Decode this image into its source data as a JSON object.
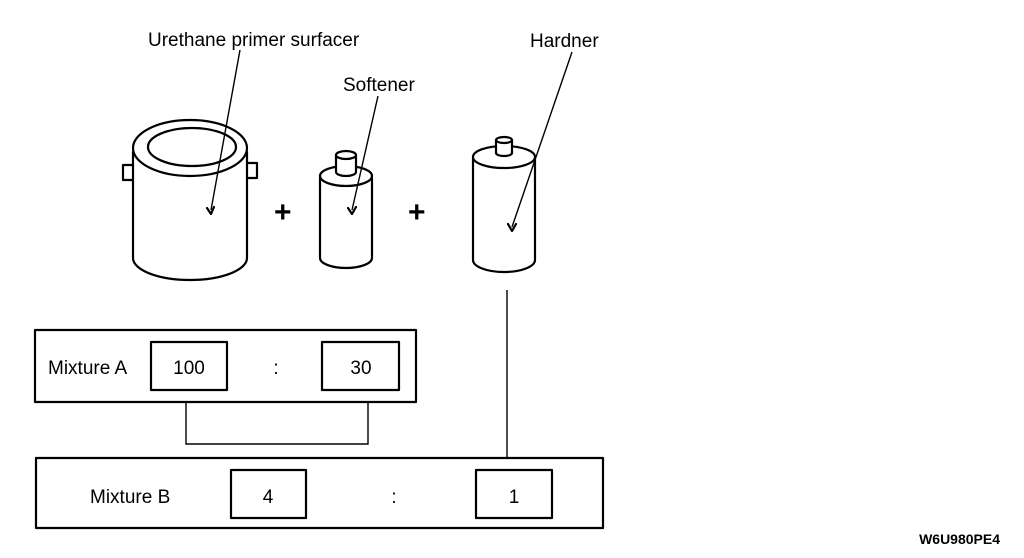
{
  "labels": {
    "primer": "Urethane primer surfacer",
    "softener": "Softener",
    "hardener": "Hardner"
  },
  "operators": {
    "plus": "+"
  },
  "mixture_a": {
    "label": "Mixture A",
    "primer_ratio": "100",
    "separator": ":",
    "softener_ratio": "30"
  },
  "mixture_b": {
    "label": "Mixture B",
    "mixture_a_ratio": "4",
    "separator": ":",
    "hardener_ratio": "1"
  },
  "figure_code": "W6U980PE4"
}
